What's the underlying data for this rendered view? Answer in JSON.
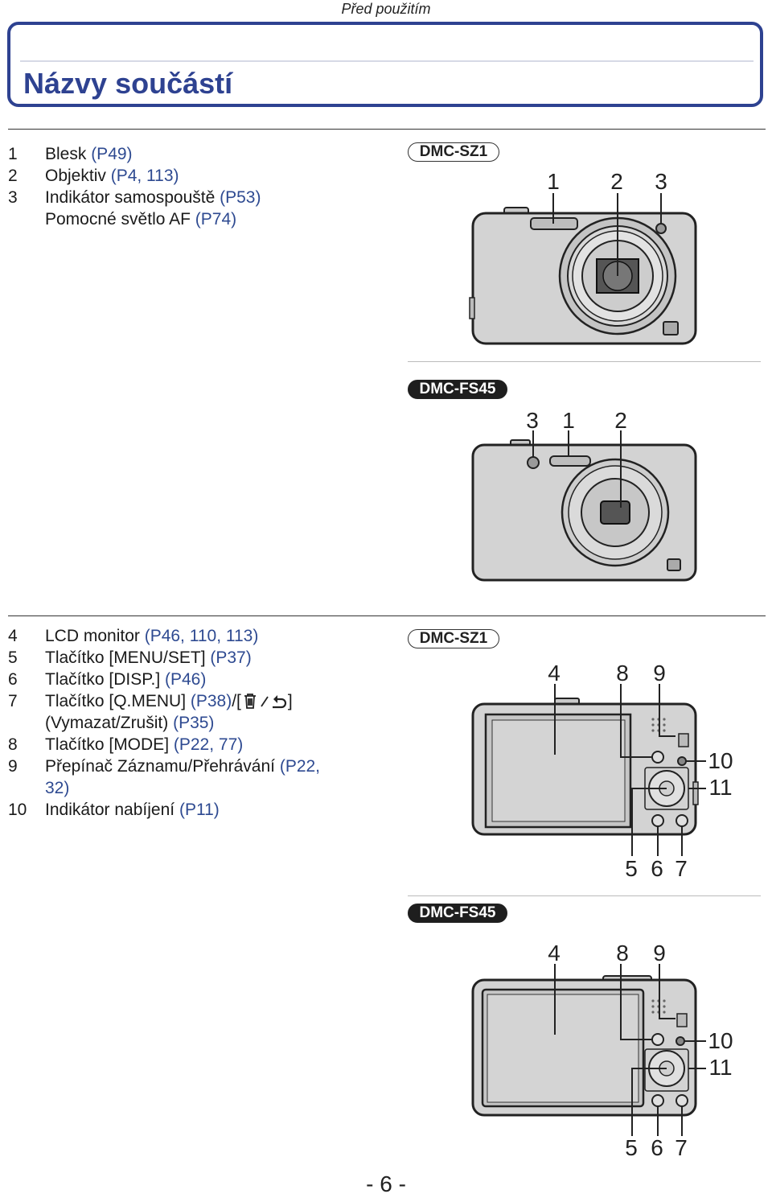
{
  "header": {
    "section": "Před použitím"
  },
  "page_title": "Názvy součástí",
  "front_list": [
    {
      "num": "1",
      "text": "Blesk ",
      "ref": "(P49)"
    },
    {
      "num": "2",
      "text": "Objektiv ",
      "ref": "(P4, 113)"
    },
    {
      "num": "3",
      "text": "Indikátor samospouště ",
      "ref": "(P53)"
    },
    {
      "num": "",
      "text": "Pomocné světlo AF ",
      "ref": "(P74)"
    }
  ],
  "back_list": {
    "item4": {
      "num": "4",
      "text": "LCD monitor ",
      "ref": "(P46, 110, 113)"
    },
    "item5": {
      "num": "5",
      "text": "Tlačítko [MENU/SET] ",
      "ref": "(P37)"
    },
    "item6": {
      "num": "6",
      "text": "Tlačítko [DISP.] ",
      "ref": "(P46)"
    },
    "item7": {
      "num": "7",
      "text_a": "Tlačítko [Q.MENU] ",
      "ref_a": "(P38)",
      "text_b": "/[",
      "text_c": "]",
      "text_d": "(Vymazat/Zrušit) ",
      "ref_b": "(P35)",
      "icon_names": [
        "trash-icon",
        "return-icon"
      ]
    },
    "item8": {
      "num": "8",
      "text": "Tlačítko [MODE] ",
      "ref": "(P22, 77)"
    },
    "item9": {
      "num": "9",
      "text": "Přepínač Záznamu/Přehrávání ",
      "ref_a": "(P22,",
      "ref_b": "32)"
    },
    "item10": {
      "num": "10",
      "text": "Indikátor nabíjení ",
      "ref": "(P11)"
    }
  },
  "models": {
    "sz1": "DMC-SZ1",
    "fs45": "DMC-FS45"
  },
  "callouts": {
    "sz1_front": [
      "1",
      "2",
      "3"
    ],
    "fs45_front": [
      "3",
      "1",
      "2"
    ],
    "back_top": [
      "4",
      "8",
      "9"
    ],
    "back_side": [
      "10",
      "11"
    ],
    "back_bottom": [
      "5",
      "6",
      "7"
    ]
  },
  "page_number": "- 6 -",
  "colors": {
    "title_blue": "#2e4291",
    "ref_blue": "#2e4a91",
    "camera_body": "#d3d3d3"
  }
}
